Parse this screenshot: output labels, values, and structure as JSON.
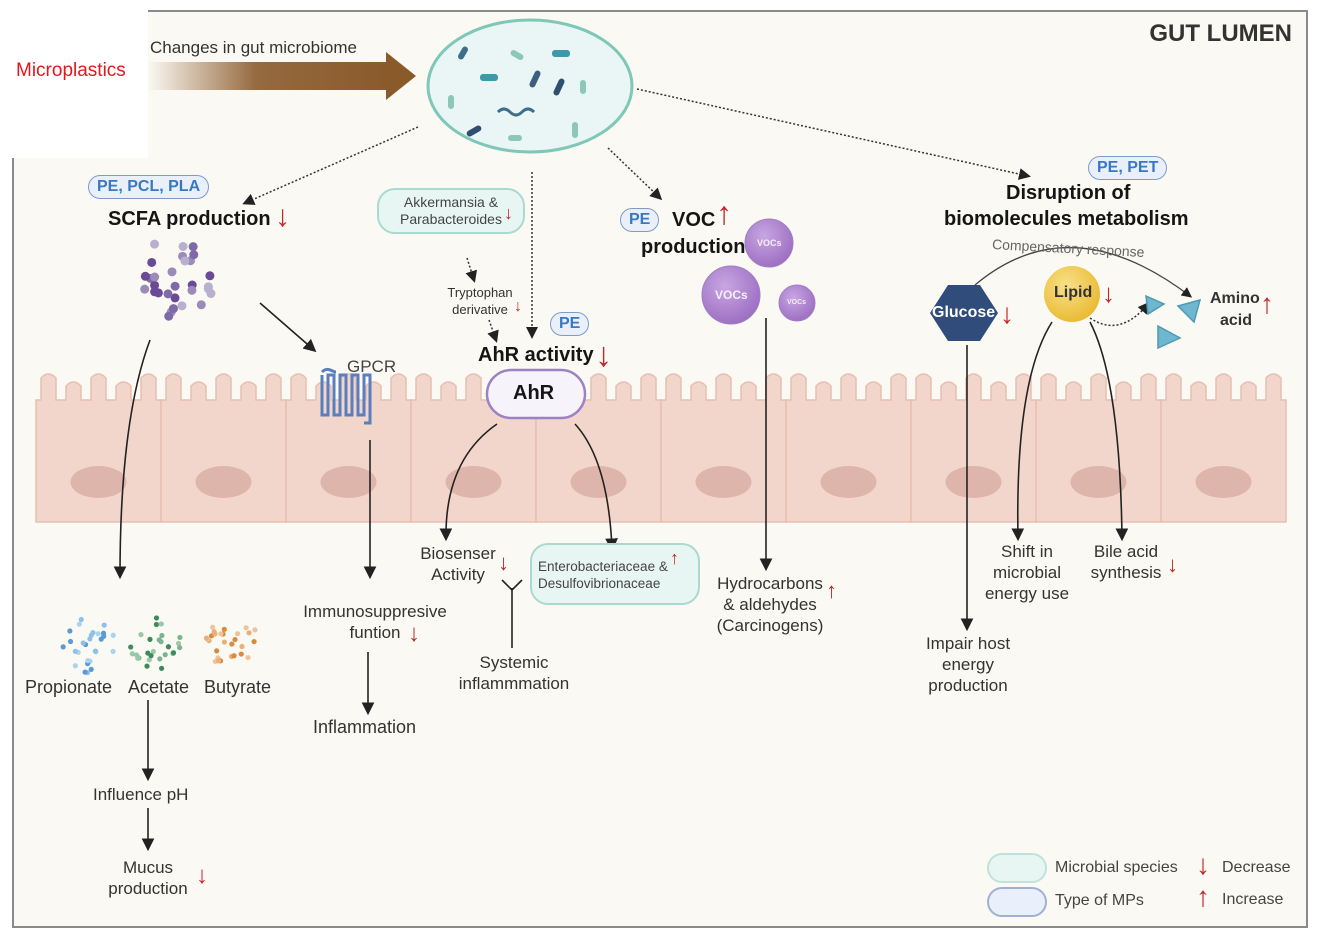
{
  "title_region": "GUT LUMEN",
  "source": {
    "label": "Microplastics",
    "arrow_label": "Changes in gut microbiome"
  },
  "colors": {
    "microplastics_text": "#e0181b",
    "decrease_arrow": "#c1272d",
    "increase_arrow": "#c1272d",
    "mp_badge_text": "#3a78c2",
    "cell": "#f3d6cb",
    "nucleus": "#ddb5ab",
    "voc": "#b48bd1",
    "glucose": "#2f4c7a",
    "lipid": "#f0c94a",
    "amino_acid": "#6fb7cf",
    "brown_arrow": "#8a5a2b"
  },
  "branches": {
    "scfa": {
      "mp_types": "PE, PCL, PLA",
      "title": "SCFA production",
      "trend": "decrease",
      "receptor": "GPCR",
      "products": [
        "Propionate",
        "Acetate",
        "Butyrate"
      ],
      "chain": [
        "Influence pH",
        "Mucus production"
      ],
      "mucus_trend": "decrease",
      "immuno": "Immunosuppresive funtion",
      "immuno_trend": "decrease",
      "inflammation": "Inflammation"
    },
    "ahr": {
      "microbes": "Akkermansia & Parabacteroides",
      "microbes_trend": "decrease",
      "tryptophan": "Tryptophan derivative",
      "tryptophan_trend": "decrease",
      "mp_types": "PE",
      "title": "AhR activity",
      "trend": "decrease",
      "receptor": "AhR",
      "biosensor": "Biosenser Activity",
      "biosensor_trend": "decrease",
      "systemic": "Systemic inflammmation",
      "bacteria": "Enterobacteriaceae & Desulfovibrionaceae",
      "bacteria_trend": "increase"
    },
    "voc": {
      "mp_types": "PE",
      "title_line1": "VOC",
      "title_line2": "production",
      "trend": "increase",
      "bubble_label": "VOCs",
      "outcome": "Hydrocarbons & aldehydes (Carcinogens)",
      "outcome_trend": "increase"
    },
    "biomolecules": {
      "mp_types": "PE, PET",
      "title_line1": "Disruption of",
      "title_line2": "biomolecules metabolism",
      "compensatory": "Compensatory response",
      "glucose": "Glucose",
      "glucose_trend": "decrease",
      "lipid": "Lipid",
      "lipid_trend": "decrease",
      "amino_line1": "Amino",
      "amino_line2": "acid",
      "amino_trend": "increase",
      "impair": "Impair host energy production",
      "shift": "Shift in microbial energy use",
      "bile": "Bile acid synthesis",
      "bile_trend": "decrease"
    }
  },
  "legend": {
    "microbial_species": "Microbial species",
    "type_of_mps": "Type of MPs",
    "decrease": "Decrease",
    "increase": "Increase"
  }
}
